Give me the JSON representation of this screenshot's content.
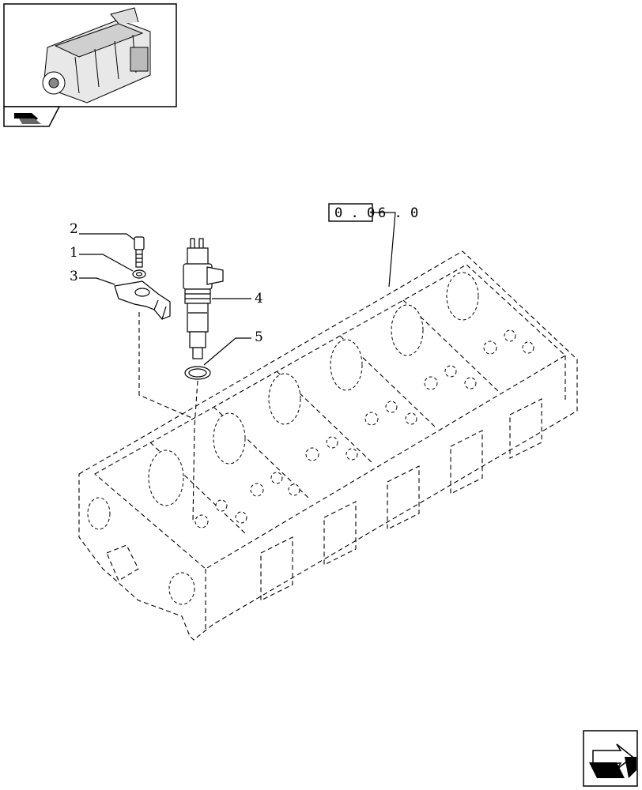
{
  "reference_code": {
    "boxed": "0 . 0",
    "rest": "6 . 0"
  },
  "callouts": [
    {
      "id": "2",
      "text": "2"
    },
    {
      "id": "1",
      "text": "1"
    },
    {
      "id": "3",
      "text": "3"
    },
    {
      "id": "4",
      "text": "4"
    },
    {
      "id": "5",
      "text": "5"
    }
  ],
  "icons": {
    "thumbnail": "engine-thumbnail-icon",
    "section": "section-arrow-icon",
    "next": "next-page-arrow-icon"
  },
  "colors": {
    "line": "#000000",
    "background": "#ffffff"
  }
}
